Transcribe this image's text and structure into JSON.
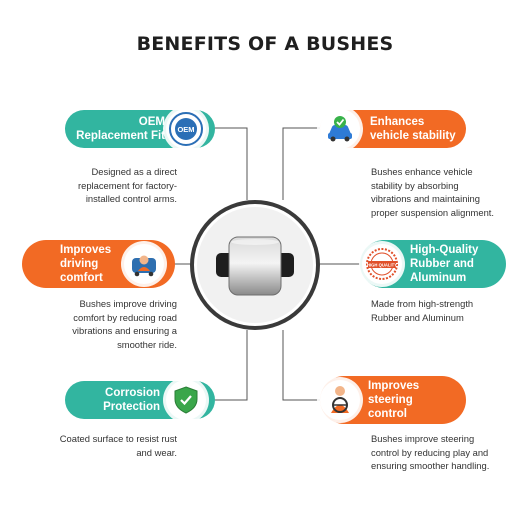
{
  "title": "BENEFITS OF A BUSHES",
  "colors": {
    "teal": "#32b5a0",
    "orange": "#f26a24",
    "line": "#555555"
  },
  "benefits": [
    {
      "label_1": "OEM",
      "label_2": "Replacement Fit",
      "icon": "oem-badge-icon",
      "icon_text": "OEM",
      "desc_1": "Designed as a direct",
      "desc_2": "replacement for factory-",
      "desc_3": "installed control arms."
    },
    {
      "label_1": "Enhances",
      "label_2": "vehicle stability",
      "icon": "car-check-icon",
      "desc_1": "Bushes enhance vehicle",
      "desc_2": "stability by absorbing",
      "desc_3": "vibrations and maintaining",
      "desc_4": "proper suspension alignment."
    },
    {
      "label_1": "Improves",
      "label_2": "driving",
      "label_3": "comfort",
      "icon": "driver-icon",
      "desc_1": "Bushes improve driving",
      "desc_2": "comfort by reducing road",
      "desc_3": "vibrations and ensuring a",
      "desc_4": "smoother ride."
    },
    {
      "label_1": "High-Quality",
      "label_2": "Rubber and",
      "label_3": "Aluminum",
      "icon": "high-quality-stamp-icon",
      "icon_text": "HIGH QUALITY",
      "desc_1": "Made from high-strength",
      "desc_2": "Rubber and Aluminum"
    },
    {
      "label_1": "Corrosion",
      "label_2": "Protection",
      "icon": "shield-check-icon",
      "desc_1": "Coated surface to resist rust",
      "desc_2": "and wear."
    },
    {
      "label_1": "Improves",
      "label_2": "steering",
      "label_3": "control",
      "icon": "steering-wheel-icon",
      "desc_1": "Bushes improve steering",
      "desc_2": "control by reducing play and",
      "desc_3": "ensuring smoother handling."
    }
  ],
  "center_image": "bushing-product-image"
}
